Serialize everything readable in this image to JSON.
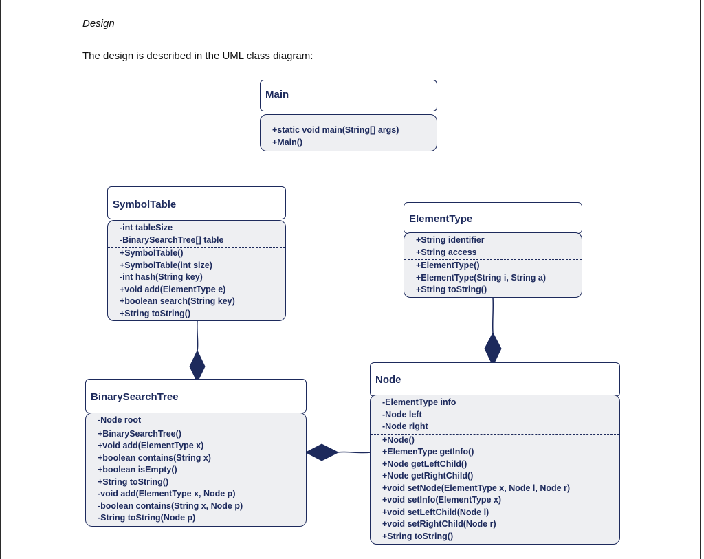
{
  "document": {
    "heading": "Design",
    "intro": "The design is described in the UML class diagram:"
  },
  "classes": {
    "main": {
      "name": "Main",
      "attributes": [],
      "methods": [
        "+static void main(String[] args)",
        "+Main()"
      ]
    },
    "symbol_table": {
      "name": "SymbolTable",
      "attributes": [
        "-int tableSize",
        "-BinarySearchTree[] table"
      ],
      "methods": [
        "+SymbolTable()",
        "+SymbolTable(int size)",
        "-int hash(String key)",
        "+void add(ElementType e)",
        "+boolean search(String key)",
        "+String toString()"
      ]
    },
    "element_type": {
      "name": "ElementType",
      "attributes": [
        "+String identifier",
        "+String access"
      ],
      "methods": [
        "+ElementType()",
        "+ElementType(String i, String a)",
        "+String toString()"
      ]
    },
    "binary_search_tree": {
      "name": "BinarySearchTree",
      "attributes": [
        "-Node root"
      ],
      "methods": [
        "+BinarySearchTree()",
        "+void add(ElementType x)",
        "+boolean contains(String x)",
        "+boolean isEmpty()",
        "+String toString()",
        "-void add(ElementType x, Node p)",
        "-boolean contains(String x, Node p)",
        "-String toString(Node p)"
      ]
    },
    "node": {
      "name": "Node",
      "attributes": [
        "-ElementType info",
        "-Node left",
        "-Node right"
      ],
      "methods": [
        "+Node()",
        "+ElemenType getInfo()",
        "+Node getLeftChild()",
        "+Node getRightChild()",
        "+void setNode(ElementType x, Node l, Node r)",
        "+void setInfo(ElementType x)",
        "+void setLeftChild(Node l)",
        "+void setRightChild(Node r)",
        "+String toString()"
      ]
    }
  },
  "relations": [
    {
      "from": "symbol_table",
      "to": "binary_search_tree",
      "type": "composition"
    },
    {
      "from": "element_type",
      "to": "node",
      "type": "composition"
    },
    {
      "from": "binary_search_tree",
      "to": "node",
      "type": "composition"
    }
  ],
  "colors": {
    "stroke": "#1d2a5c",
    "body_fill": "#eeeff2",
    "diamond_fill": "#1d2a5c"
  }
}
